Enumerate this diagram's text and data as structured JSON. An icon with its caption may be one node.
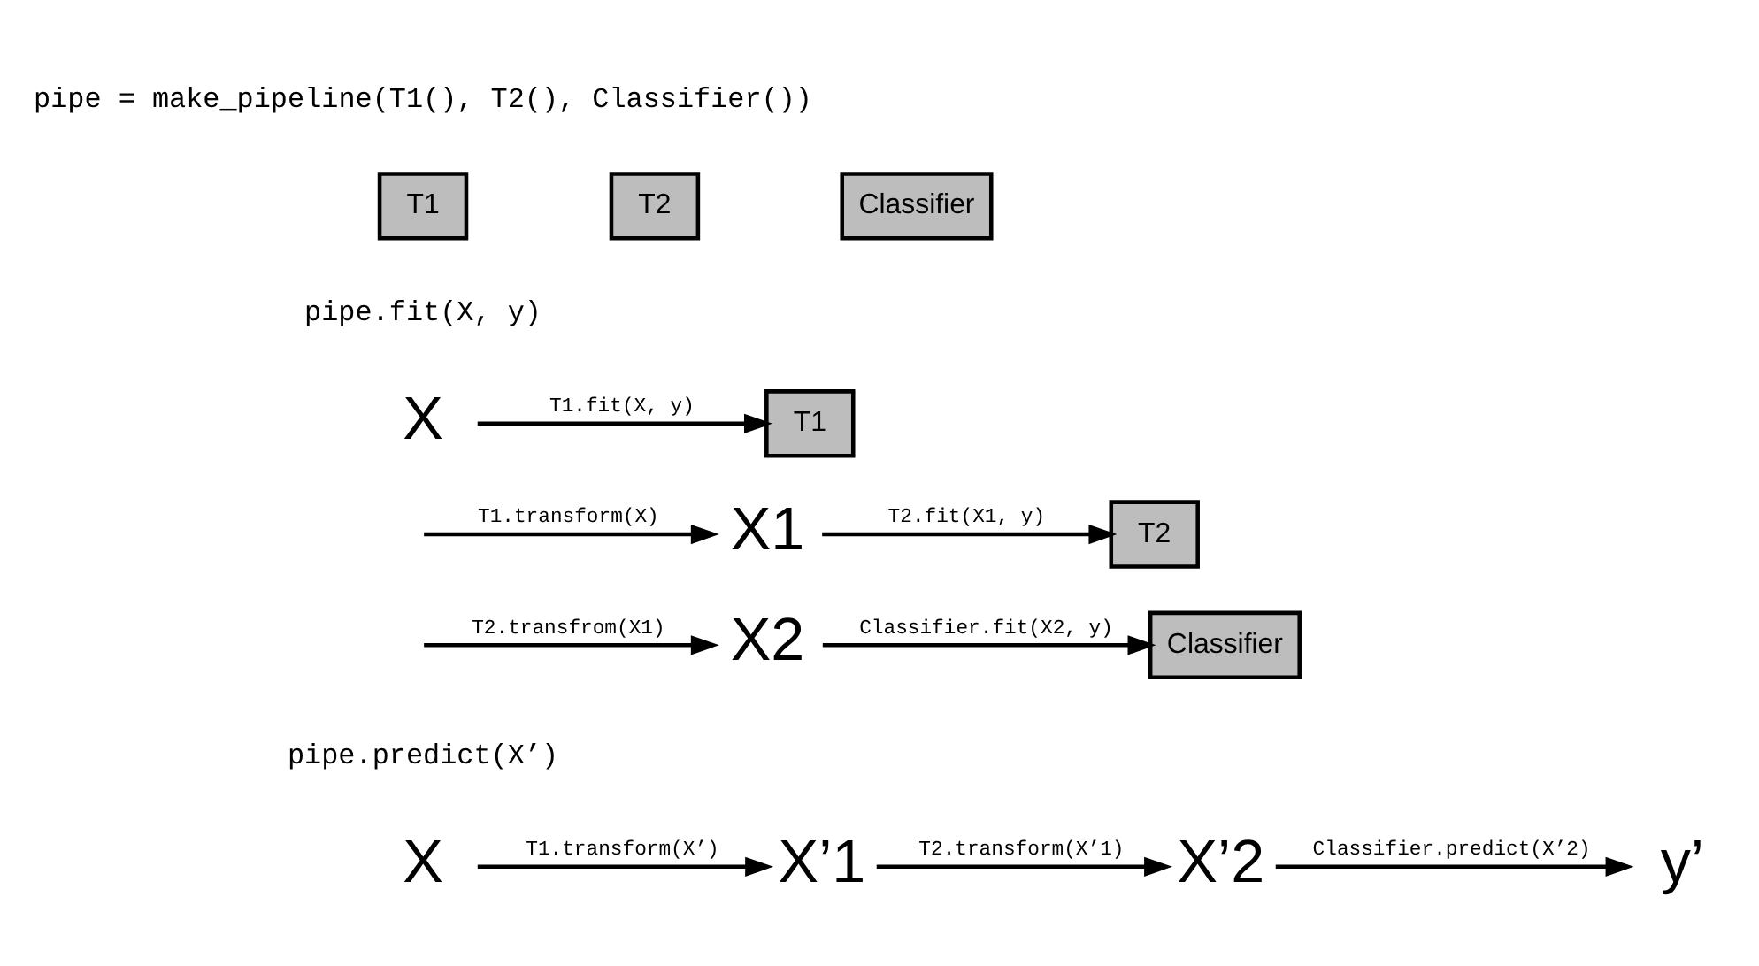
{
  "diagram": {
    "nodes": [
      {
        "text": [
          "T1"
        ]
      },
      {
        "text": [
          "T2"
        ]
      },
      {
        "text": [
          "Classifier"
        ]
      },
      {
        "text": [
          "X"
        ]
      },
      {
        "text": [
          "T1"
        ]
      },
      {
        "text": [
          "X1"
        ]
      },
      {
        "text": [
          "T2"
        ]
      },
      {
        "text": [
          "X2"
        ]
      },
      {
        "text": [
          "Classifier"
        ]
      },
      {
        "text": [
          "X"
        ]
      },
      {
        "text": [
          "X’1"
        ]
      },
      {
        "text": [
          "X’2"
        ]
      },
      {
        "text": [
          "y’"
        ]
      }
    ],
    "edges": [
      {
        "from": 3,
        "to": 4,
        "arrow": "to",
        "label": "T1.fit(X, y)"
      },
      {
        "from": null,
        "to": 5,
        "arrow": "to",
        "label": "T1.transform(X)"
      },
      {
        "from": 5,
        "to": 6,
        "arrow": "to",
        "label": "T2.fit(X1, y)"
      },
      {
        "from": null,
        "to": 7,
        "arrow": "to",
        "label": "T2.transfrom(X1)"
      },
      {
        "from": 7,
        "to": 8,
        "arrow": "to",
        "label": "Classifier.fit(X2, y)"
      },
      {
        "from": 9,
        "to": 10,
        "arrow": "to",
        "label": "T1.transform(X’)"
      },
      {
        "from": 10,
        "to": 11,
        "arrow": "to",
        "label": "T2.transform(X’1)"
      },
      {
        "from": 11,
        "to": 12,
        "arrow": "to",
        "label": "Classifier.predict(X’2)"
      }
    ],
    "labels": [
      "pipe = make_pipeline(T1(), T2(), Classifier())",
      "pipe.fit(X, y)",
      "pipe.predict(X’)"
    ]
  }
}
